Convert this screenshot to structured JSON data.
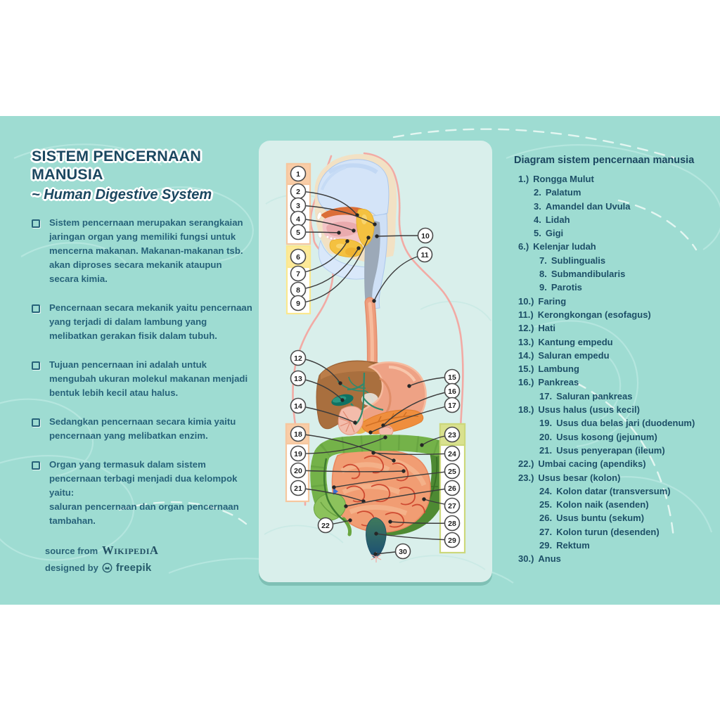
{
  "poster": {
    "title": "SISTEM PENCERNAAN MANUSIA",
    "subtitle": "~ Human Digestive System",
    "bullets": [
      "Sistem pencernaan merupakan serangkaian jaringan organ yang memiliki fungsi untuk mencerna makanan. Makanan-makanan tsb. akan diproses  secara mekanik ataupun secara kimia.",
      "Pencernaan secara mekanik yaitu pencernaan yang terjadi di dalam lambung yang melibatkan gerakan fisik dalam tubuh.",
      "Tujuan pencernaan ini adalah untuk mengubah ukuran molekul makanan menjadi bentuk lebih kecil atau halus.",
      "Sedangkan pencernaan secara kimia yaitu pencernaan yang melibatkan enzim.",
      "Organ yang termasuk dalam sistem pencernaan terbagi menjadi dua kelompok yaitu:\nsaluran pencernaan dan organ pencernaan tambahan."
    ],
    "source_prefix": "source from",
    "source_name": "WikipediA",
    "designed_by": "designed by",
    "brand": "freepik"
  },
  "legend": {
    "heading": "Diagram sistem pencernaan manusia",
    "items": [
      {
        "num": "1.)",
        "label": "Rongga Mulut",
        "level": 0
      },
      {
        "num": "2.",
        "label": "Palatum",
        "level": 1
      },
      {
        "num": "3.",
        "label": "Amandel dan Uvula",
        "level": 1
      },
      {
        "num": "4.",
        "label": "Lidah",
        "level": 1
      },
      {
        "num": "5.",
        "label": "Gigi",
        "level": 1
      },
      {
        "num": "6.)",
        "label": "Kelenjar ludah",
        "level": 0
      },
      {
        "num": "7.",
        "label": "Sublingualis",
        "level": 2
      },
      {
        "num": "8.",
        "label": "Submandibularis",
        "level": 2
      },
      {
        "num": "9.",
        "label": "Parotis",
        "level": 2
      },
      {
        "num": "10.)",
        "label": "Faring",
        "level": 0
      },
      {
        "num": "11.)",
        "label": "Kerongkongan (esofagus)",
        "level": 0
      },
      {
        "num": "12.)",
        "label": "Hati",
        "level": 0
      },
      {
        "num": "13.)",
        "label": "Kantung empedu",
        "level": 0
      },
      {
        "num": "14.)",
        "label": "Saluran empedu",
        "level": 0
      },
      {
        "num": "15.)",
        "label": "Lambung",
        "level": 0
      },
      {
        "num": "16.)",
        "label": "Pankreas",
        "level": 0
      },
      {
        "num": "17.",
        "label": "Saluran pankreas",
        "level": 2
      },
      {
        "num": "18.)",
        "label": "Usus halus (usus kecil)",
        "level": 0
      },
      {
        "num": "19.",
        "label": "Usus dua belas jari (duodenum)",
        "level": 2
      },
      {
        "num": "20.",
        "label": "Usus kosong (jejunum)",
        "level": 2
      },
      {
        "num": "21.",
        "label": "Usus penyerapan (ileum)",
        "level": 2
      },
      {
        "num": "22.)",
        "label": "Umbai cacing (apendiks)",
        "level": 0
      },
      {
        "num": "23.)",
        "label": "Usus besar (kolon)",
        "level": 0
      },
      {
        "num": "24.",
        "label": "Kolon datar (transversum)",
        "level": 2
      },
      {
        "num": "25.",
        "label": "Kolon naik (asenden)",
        "level": 2
      },
      {
        "num": "26.",
        "label": "Usus buntu (sekum)",
        "level": 2
      },
      {
        "num": "27.",
        "label": "Kolon turun (desenden)",
        "level": 2
      },
      {
        "num": "29.",
        "label": "Rektum",
        "level": 2
      },
      {
        "num": "30.)",
        "label": "Anus",
        "level": 0
      }
    ]
  },
  "diagram": {
    "marker_numbers": [
      "1",
      "2",
      "3",
      "4",
      "5",
      "6",
      "7",
      "8",
      "9",
      "10",
      "11",
      "12",
      "13",
      "14",
      "15",
      "16",
      "17",
      "18",
      "19",
      "20",
      "21",
      "22",
      "23",
      "24",
      "25",
      "26",
      "27",
      "28",
      "29",
      "30"
    ]
  },
  "colors": {
    "band_bg": "#9edcd2",
    "panel_bg": "#d9efeb",
    "contour_line": "#b9e8e1",
    "title_text": "#1b4760",
    "body_text": "#27637a",
    "legend_text": "#1d4f67",
    "peach_box": "#f9cda7",
    "yellow_box": "#fde998",
    "green_box": "#d9e18e",
    "liver": "#a96f3e",
    "gallbladder": "#0f7263",
    "stomach": "#eea285",
    "pancreas": "#ef8e3d",
    "small_intestine": "#f19d73",
    "colon_light": "#74b249",
    "colon_dark": "#4e8a33",
    "rectum_top": "#3f7a5c",
    "rectum_bottom": "#1b4f74",
    "body_outline_pink": "#f2aaa4",
    "skull_blue": "#d4e4f8",
    "gland_yellow": "#f4c140",
    "pharynx_gray": "#99a5b4"
  }
}
